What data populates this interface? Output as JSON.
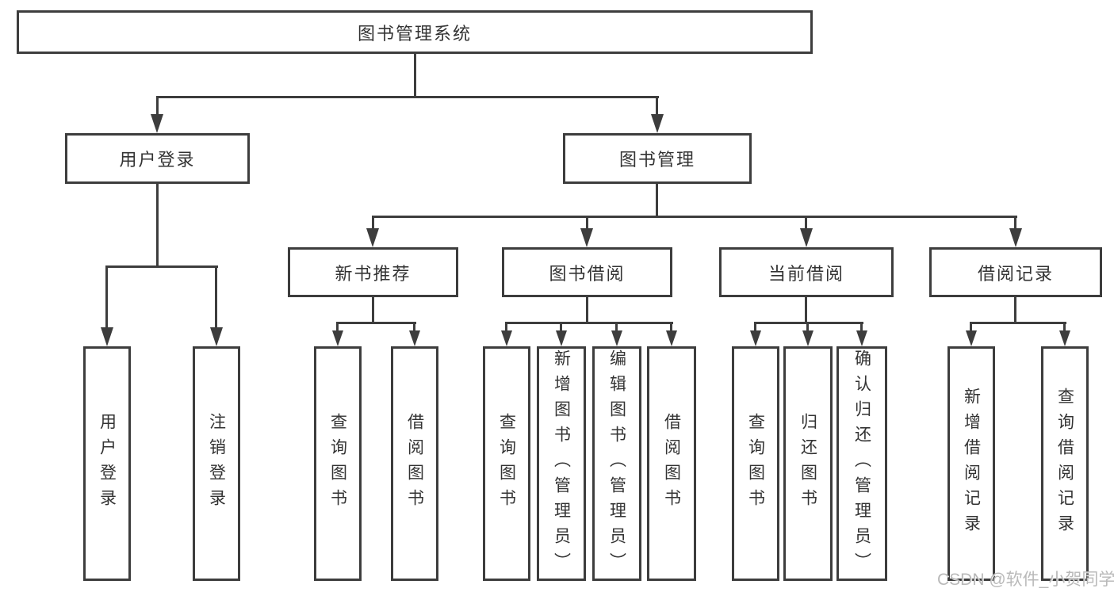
{
  "diagram": {
    "root": {
      "label": "图书管理系统"
    },
    "level2": [
      {
        "label": "用户登录"
      },
      {
        "label": "图书管理"
      }
    ],
    "level3": [
      {
        "label": "新书推荐"
      },
      {
        "label": "图书借阅"
      },
      {
        "label": "当前借阅"
      },
      {
        "label": "借阅记录"
      }
    ],
    "leaves": {
      "user_login": [
        "用户登录",
        "注销登录"
      ],
      "new_book": [
        "查询图书",
        "借阅图书"
      ],
      "book_borrowing": [
        "查询图书",
        "新增图书（管理员）",
        "编辑图书（管理员）",
        "借阅图书"
      ],
      "current_borrowing": [
        "查询图书",
        "归还图书",
        "确认归还（管理员）"
      ],
      "borrowing_records": [
        "新增借阅记录",
        "查询借阅记录"
      ]
    },
    "watermark": "CSDN @软件_小贺同学",
    "colors": {
      "line": "#3d3d3d",
      "text": "#333333",
      "background": "#ffffff",
      "watermark": "#b9b9b9"
    }
  }
}
